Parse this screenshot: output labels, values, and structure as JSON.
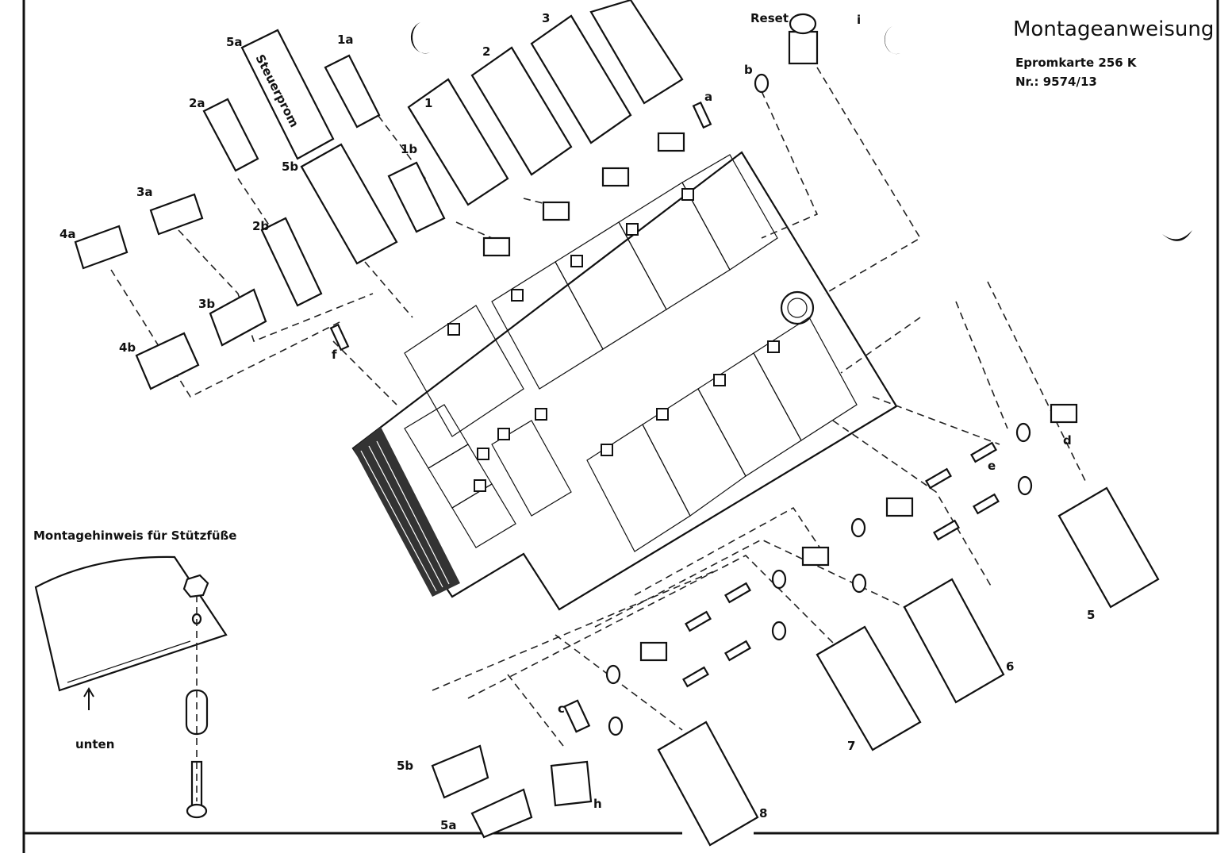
{
  "title": "Montageanweisung",
  "card_name": "Epromkarte 256 K",
  "card_number": "Nr.: 9574/13",
  "reset_label": "Reset",
  "chip_text": "Steuerprom",
  "hint_title": "Montagehinweis für Stützfüße",
  "hint_bottom_label": "unten",
  "part_labels": {
    "p1": "1",
    "p2": "2",
    "p3": "3",
    "p1a": "1a",
    "p1b": "1b",
    "p2a": "2a",
    "p2b": "2b",
    "p3a": "3a",
    "p3b": "3b",
    "p4a": "4a",
    "p4b": "4b",
    "p5a_top": "5a",
    "p5b_top": "5b",
    "p5a_bot": "5a",
    "p5b_bot": "5b",
    "p5": "5",
    "p6": "6",
    "p7": "7",
    "p8": "8",
    "a": "a",
    "b": "b",
    "c": "c",
    "d": "d",
    "e": "e",
    "f": "f",
    "h": "h",
    "i": "i"
  }
}
